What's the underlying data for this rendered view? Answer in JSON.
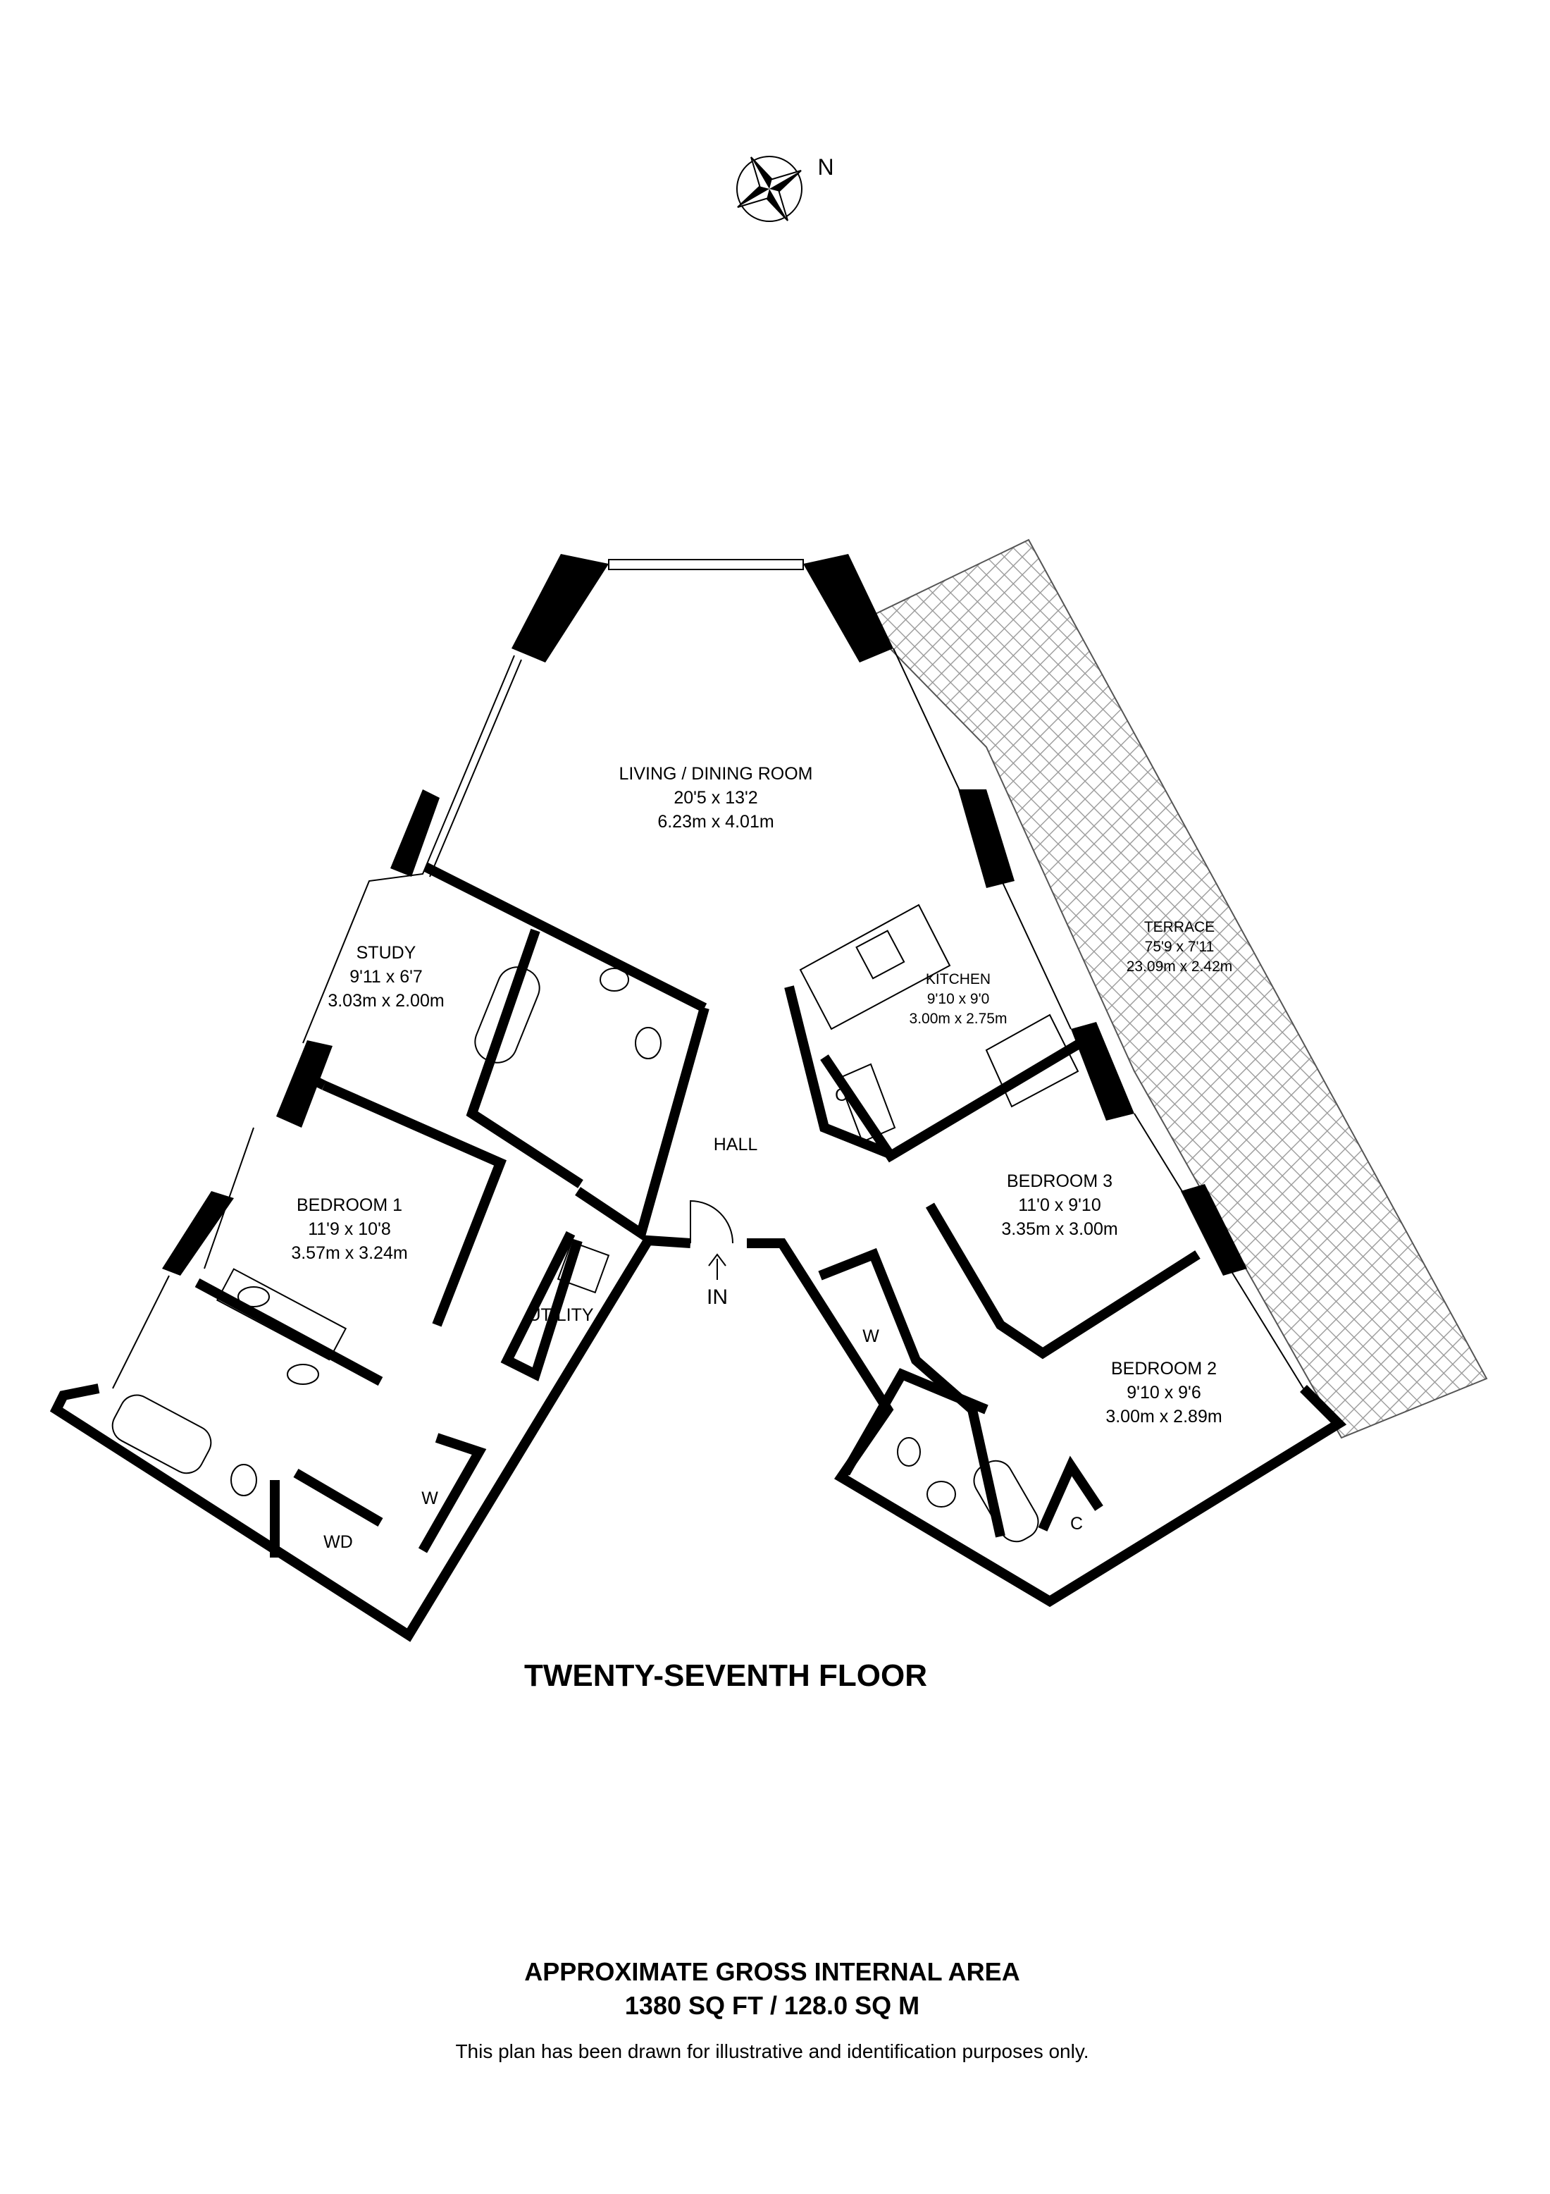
{
  "compass": {
    "label": "N",
    "icon": "compass-rose-icon"
  },
  "rooms": [
    {
      "id": "living",
      "name": "LIVING / DINING ROOM",
      "imperial": "20'5 x 13'2",
      "metric": "6.23m x 4.01m"
    },
    {
      "id": "terrace",
      "name": "TERRACE",
      "imperial": "75'9 x 7'11",
      "metric": "23.09m x 2.42m"
    },
    {
      "id": "study",
      "name": "STUDY",
      "imperial": "9'11 x 6'7",
      "metric": "3.03m x 2.00m"
    },
    {
      "id": "kitchen",
      "name": "KITCHEN",
      "imperial": "9'10 x 9'0",
      "metric": "3.00m x 2.75m"
    },
    {
      "id": "bedroom1",
      "name": "BEDROOM 1",
      "imperial": "11'9 x 10'8",
      "metric": "3.57m x 3.24m"
    },
    {
      "id": "bedroom3",
      "name": "BEDROOM 3",
      "imperial": "11'0 x 9'10",
      "metric": "3.35m x 3.00m"
    },
    {
      "id": "bedroom2",
      "name": "BEDROOM 2",
      "imperial": "9'10 x 9'6",
      "metric": "3.00m x 2.89m"
    }
  ],
  "labels": {
    "hall": "HALL",
    "utility": "UTILITY",
    "entrance": "IN",
    "cupboard_kitchen": "C",
    "cupboard_bed2": "C",
    "wardrobe_bed1": "W",
    "wardrobe_bed2": "W",
    "wd": "WD"
  },
  "floor_title": "TWENTY-SEVENTH FLOOR",
  "area": {
    "heading": "APPROXIMATE GROSS INTERNAL AREA",
    "value": "1380 SQ FT / 128.0 SQ M"
  },
  "disclaimer": "This plan has been drawn for illustrative and identification purposes only."
}
